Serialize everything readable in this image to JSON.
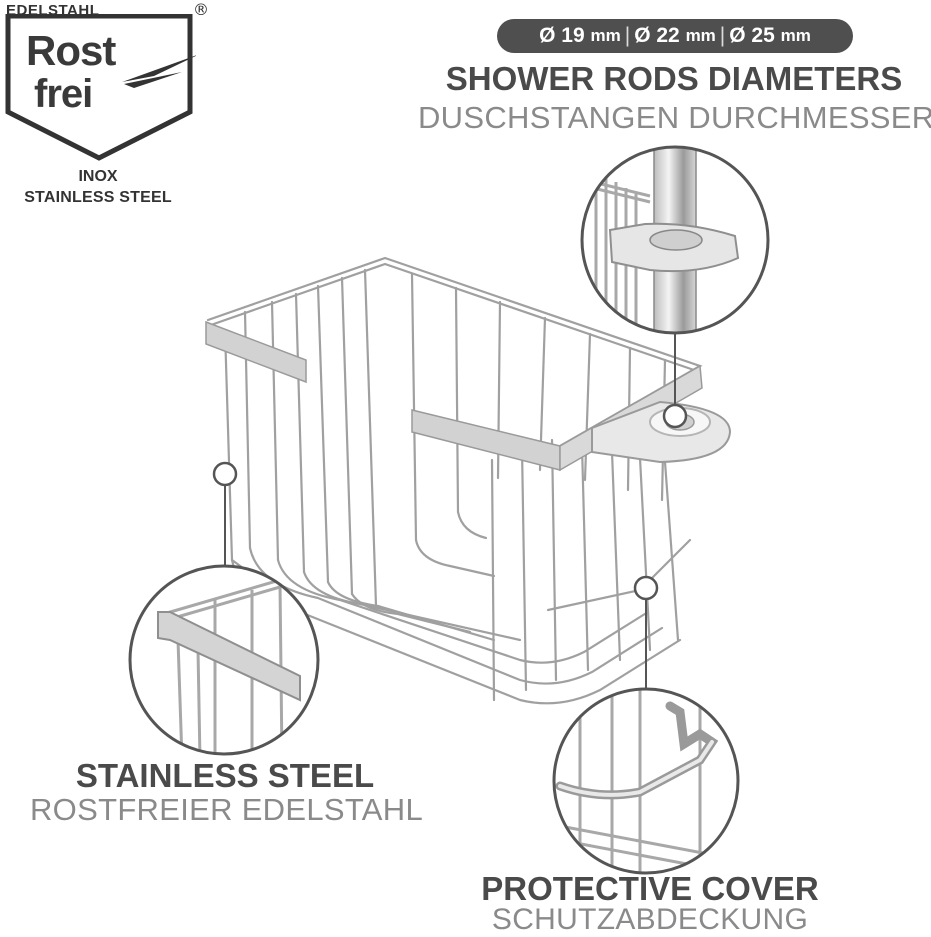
{
  "badge": {
    "top_text": "EDELSTAHL",
    "registered_mark": "®",
    "word1": "Rost",
    "word2": "frei",
    "line1": "INOX",
    "line2": "STAINLESS STEEL"
  },
  "diameters": {
    "d1": "Ø 19",
    "d2": "Ø 22",
    "d3": "Ø 25",
    "unit": "mm",
    "separator": "|"
  },
  "features": {
    "rods": {
      "title": "SHOWER RODS DIAMETERS",
      "subtitle": "DUSCHSTANGEN DURCHMESSER"
    },
    "steel": {
      "title": "STAINLESS STEEL",
      "subtitle": "ROSTFREIER EDELSTAHL"
    },
    "cover": {
      "title": "PROTECTIVE COVER",
      "subtitle": "SCHUTZABDECKUNG"
    }
  },
  "colors": {
    "pill_bg": "#4f4f4f",
    "heading": "#4a4a4a",
    "subtitle": "#8a8a8a",
    "chrome": "#9a9a9a"
  },
  "icons": {
    "logo": "rostfrei-shield-logo",
    "product": "wire-shower-basket-illustration"
  }
}
